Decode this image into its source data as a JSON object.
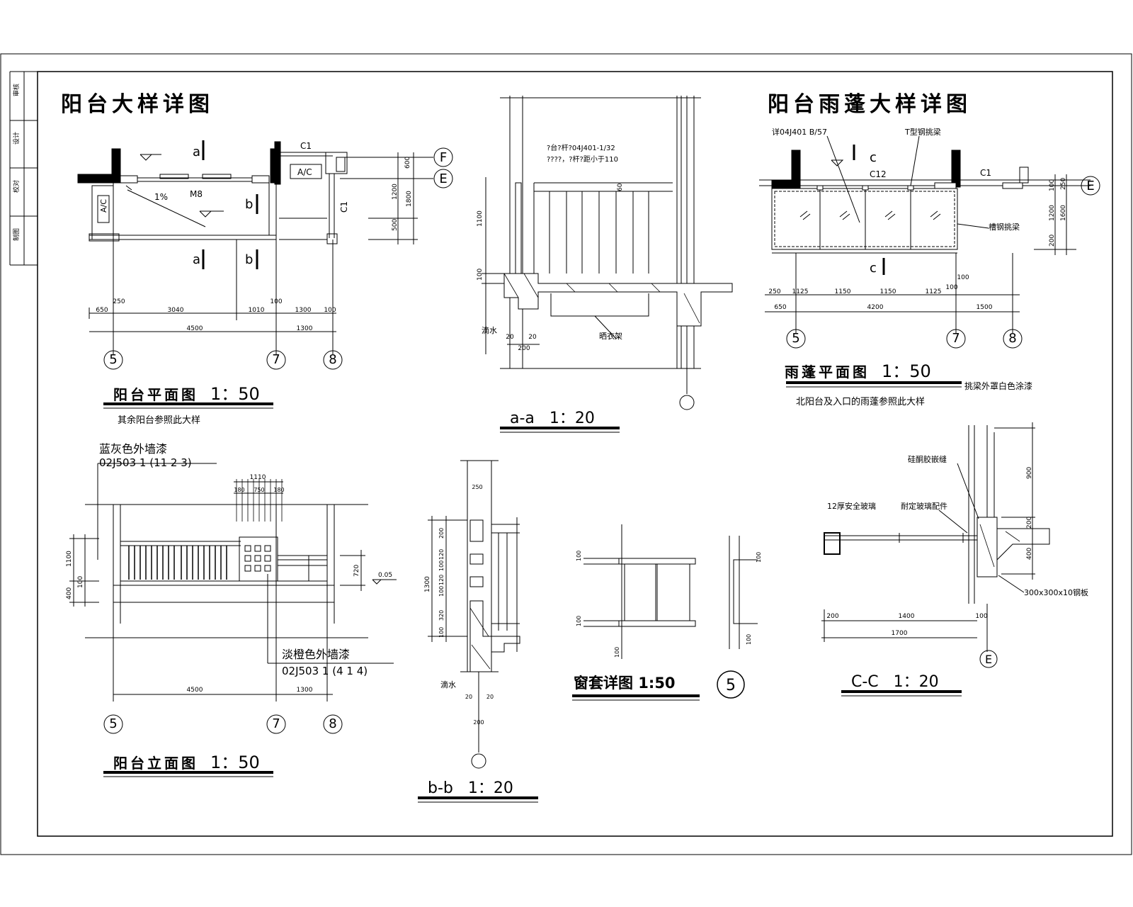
{
  "titles": {
    "main_left": "阳台大样详图",
    "main_right": "阳台雨蓬大样详图"
  },
  "views": {
    "balcony_plan": {
      "title": "阳台平面图",
      "scale": "1：50",
      "note": "其余阳台参照此大样"
    },
    "section_aa": {
      "title": "a-a",
      "scale": "1：20"
    },
    "canopy_plan": {
      "title": "雨蓬平面图",
      "scale": "1：50",
      "note1": "挑梁外罩白色涂漆",
      "note2": "北阳台及入口的雨蓬参照此大样"
    },
    "balcony_elev": {
      "title": "阳台立面图",
      "scale": "1：50"
    },
    "section_bb": {
      "title": "b-b",
      "scale": "1：20"
    },
    "window_detail": {
      "title": "窗套详图 1:50",
      "ref": "5"
    },
    "section_cc": {
      "title": "C-C",
      "scale": "1：20"
    }
  },
  "axes": {
    "a5": "5",
    "a7": "7",
    "a8": "8",
    "F": "F",
    "E": "E"
  },
  "section_marks": {
    "a": "a",
    "b": "b",
    "c": "c"
  },
  "plan_labels": {
    "C1": "C1",
    "AC": "A/C",
    "M8": "M8",
    "slope": "1%",
    "dims_bottom": [
      "650",
      "3040",
      "1010",
      "1300",
      "100"
    ],
    "dims_total": [
      "4500",
      "1300"
    ],
    "dims_right": [
      "600",
      "1200",
      "1800",
      "500"
    ],
    "small_dims": [
      "250",
      "100"
    ]
  },
  "aa_labels": {
    "note1": "?台?杆?04J401-1/32",
    "note2": "????，?杆?距小于110",
    "drip": "滴水",
    "rack": "晒衣架",
    "dims": [
      "1100",
      "100",
      "200",
      "20",
      "20",
      "60"
    ]
  },
  "canopy_labels": {
    "ref": "详04J401 B/57",
    "beam_t": "T型钢挑梁",
    "beam_c": "槽钢挑梁",
    "C12": "C12",
    "C1": "C1",
    "dims_bottom": [
      "250",
      "1125",
      "1150",
      "1150",
      "1125",
      "100",
      "100"
    ],
    "dims_total": [
      "650",
      "4200",
      "1500"
    ],
    "dims_right": [
      "100",
      "1200",
      "200",
      "1600",
      "250"
    ]
  },
  "elev_labels": {
    "paint1": "蓝灰色外墙漆",
    "paint1_ref": "02J503 1 (11 2 3)",
    "paint2": "淡橙色外墙漆",
    "paint2_ref": "02J503 1 (4 1 4)",
    "level": "0.05",
    "dims_top": [
      "1110",
      "180",
      "750",
      "180"
    ],
    "dims_left": [
      "1100",
      "400",
      "100"
    ],
    "dims_right": [
      "720"
    ],
    "dims_bottom": [
      "4500",
      "1300"
    ]
  },
  "bb_labels": {
    "drip": "滴水",
    "dims_left": [
      "1300",
      "200",
      "120",
      "100",
      "120",
      "100",
      "320",
      "100"
    ],
    "dims_top": [
      "250"
    ],
    "dims_bottom": [
      "200",
      "20",
      "20"
    ]
  },
  "window_labels": {
    "dims": [
      "100",
      "100",
      "100",
      "100",
      "100"
    ]
  },
  "cc_labels": {
    "seal": "硅酮胶嵌缝",
    "glass": "12厚安全玻璃",
    "fitting": "耐定玻璃配件",
    "plate": "300x300x10钢板",
    "dims_right": [
      "900",
      "200",
      "400"
    ],
    "dims_bottom": [
      "200",
      "1400",
      "100"
    ],
    "dims_total": [
      "1700"
    ]
  },
  "title_block": {
    "rows": [
      "审核",
      "设计",
      "校对",
      "制图"
    ]
  }
}
